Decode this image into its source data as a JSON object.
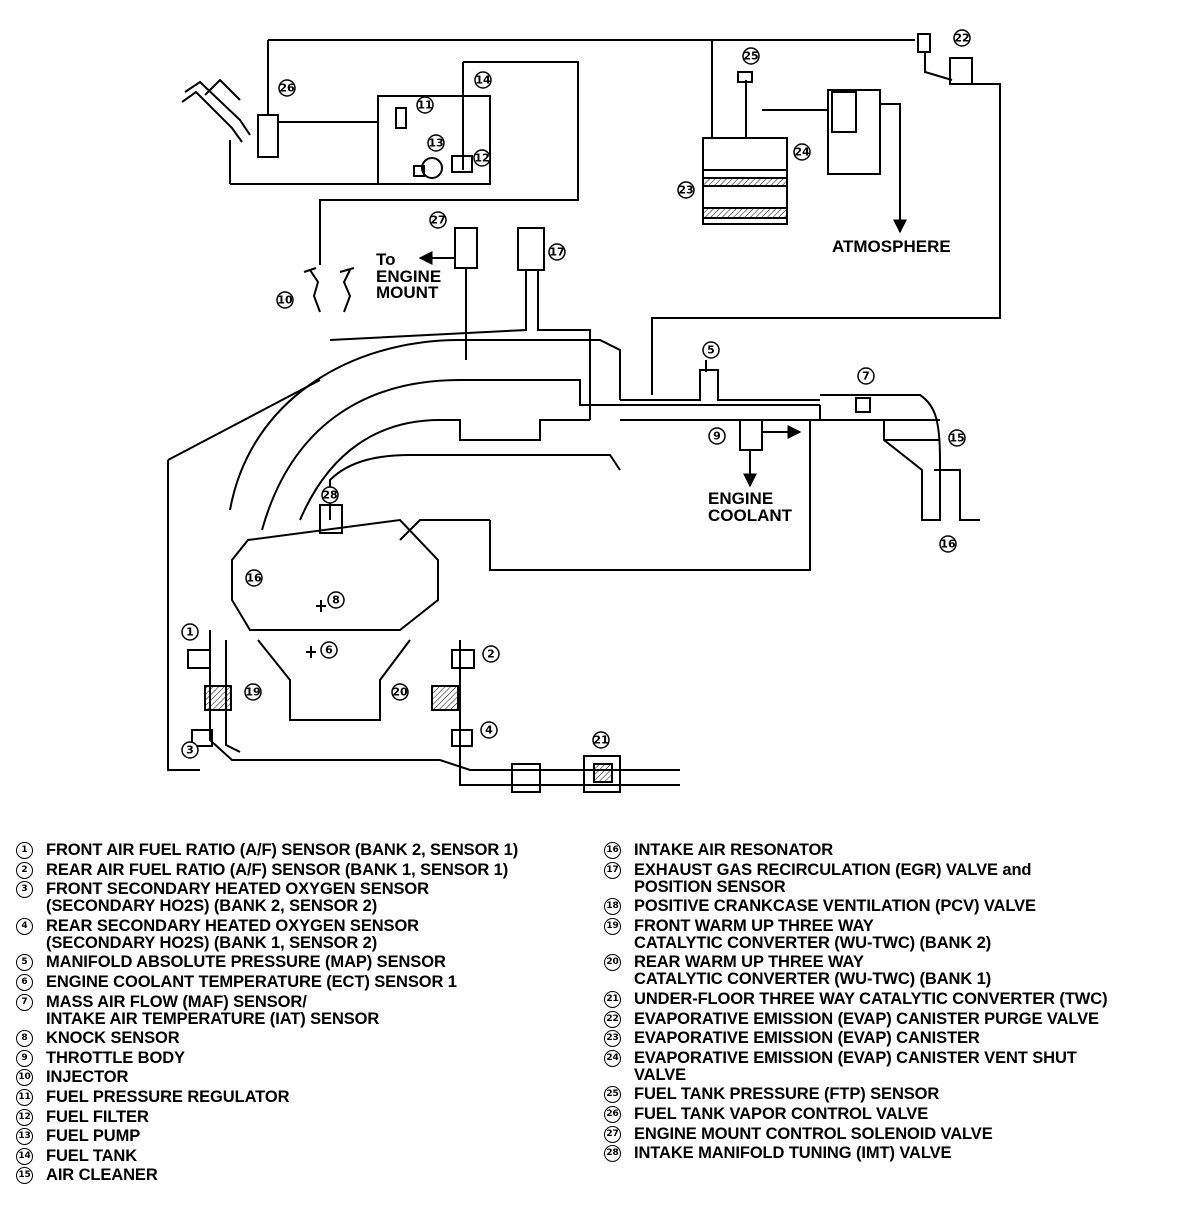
{
  "diagram_labels": {
    "to_engine_mount_line1": "To",
    "to_engine_mount_line2": "ENGINE",
    "to_engine_mount_line3": "MOUNT",
    "atmosphere": "ATMOSPHERE",
    "engine_coolant_line1": "ENGINE",
    "engine_coolant_line2": "COOLANT"
  },
  "callouts": {
    "c1": "1",
    "c2": "2",
    "c3": "3",
    "c4": "4",
    "c5": "5",
    "c6": "6",
    "c7": "7",
    "c8": "8",
    "c9": "9",
    "c10": "10",
    "c11": "11",
    "c12": "12",
    "c13": "13",
    "c14": "14",
    "c15": "15",
    "c16a": "16",
    "c16b": "16",
    "c17": "17",
    "c19": "19",
    "c20": "20",
    "c21": "21",
    "c22": "22",
    "c23": "23",
    "c24": "24",
    "c25": "25",
    "c26": "26",
    "c27": "27",
    "c28": "28"
  },
  "legend_left": [
    {
      "num": "1",
      "text": "FRONT AIR FUEL RATIO (A/F) SENSOR (BANK 2, SENSOR 1)"
    },
    {
      "num": "2",
      "text": "REAR AIR FUEL RATIO (A/F) SENSOR (BANK 1, SENSOR 1)"
    },
    {
      "num": "3",
      "text": "FRONT SECONDARY HEATED OXYGEN SENSOR\n(SECONDARY HO2S) (BANK 2, SENSOR 2)"
    },
    {
      "num": "4",
      "text": "REAR SECONDARY HEATED OXYGEN SENSOR\n(SECONDARY HO2S) (BANK 1, SENSOR 2)"
    },
    {
      "num": "5",
      "text": "MANIFOLD ABSOLUTE PRESSURE (MAP) SENSOR"
    },
    {
      "num": "6",
      "text": "ENGINE COOLANT TEMPERATURE (ECT) SENSOR 1"
    },
    {
      "num": "7",
      "text": "MASS AIR FLOW (MAF) SENSOR/\nINTAKE AIR TEMPERATURE (IAT) SENSOR"
    },
    {
      "num": "8",
      "text": "KNOCK SENSOR"
    },
    {
      "num": "9",
      "text": "THROTTLE BODY"
    },
    {
      "num": "10",
      "text": "INJECTOR"
    },
    {
      "num": "11",
      "text": "FUEL PRESSURE REGULATOR"
    },
    {
      "num": "12",
      "text": "FUEL FILTER"
    },
    {
      "num": "13",
      "text": "FUEL PUMP"
    },
    {
      "num": "14",
      "text": "FUEL TANK"
    },
    {
      "num": "15",
      "text": "AIR CLEANER"
    }
  ],
  "legend_right": [
    {
      "num": "16",
      "text": "INTAKE AIR RESONATOR"
    },
    {
      "num": "17",
      "text": "EXHAUST GAS RECIRCULATION (EGR) VALVE and\nPOSITION SENSOR"
    },
    {
      "num": "18",
      "text": "POSITIVE CRANKCASE VENTILATION (PCV) VALVE"
    },
    {
      "num": "19",
      "text": "FRONT WARM UP THREE WAY\nCATALYTIC CONVERTER (WU-TWC) (BANK 2)"
    },
    {
      "num": "20",
      "text": "REAR WARM UP THREE WAY\nCATALYTIC CONVERTER (WU-TWC) (BANK 1)"
    },
    {
      "num": "21",
      "text": "UNDER-FLOOR THREE WAY CATALYTIC CONVERTER (TWC)"
    },
    {
      "num": "22",
      "text": "EVAPORATIVE EMISSION (EVAP) CANISTER PURGE VALVE"
    },
    {
      "num": "23",
      "text": "EVAPORATIVE EMISSION (EVAP) CANISTER"
    },
    {
      "num": "24",
      "text": "EVAPORATIVE EMISSION (EVAP) CANISTER VENT SHUT\nVALVE"
    },
    {
      "num": "25",
      "text": "FUEL TANK PRESSURE (FTP) SENSOR"
    },
    {
      "num": "26",
      "text": "FUEL TANK VAPOR CONTROL VALVE"
    },
    {
      "num": "27",
      "text": "ENGINE MOUNT CONTROL SOLENOID VALVE"
    },
    {
      "num": "28",
      "text": "INTAKE MANIFOLD TUNING (IMT) VALVE"
    }
  ]
}
